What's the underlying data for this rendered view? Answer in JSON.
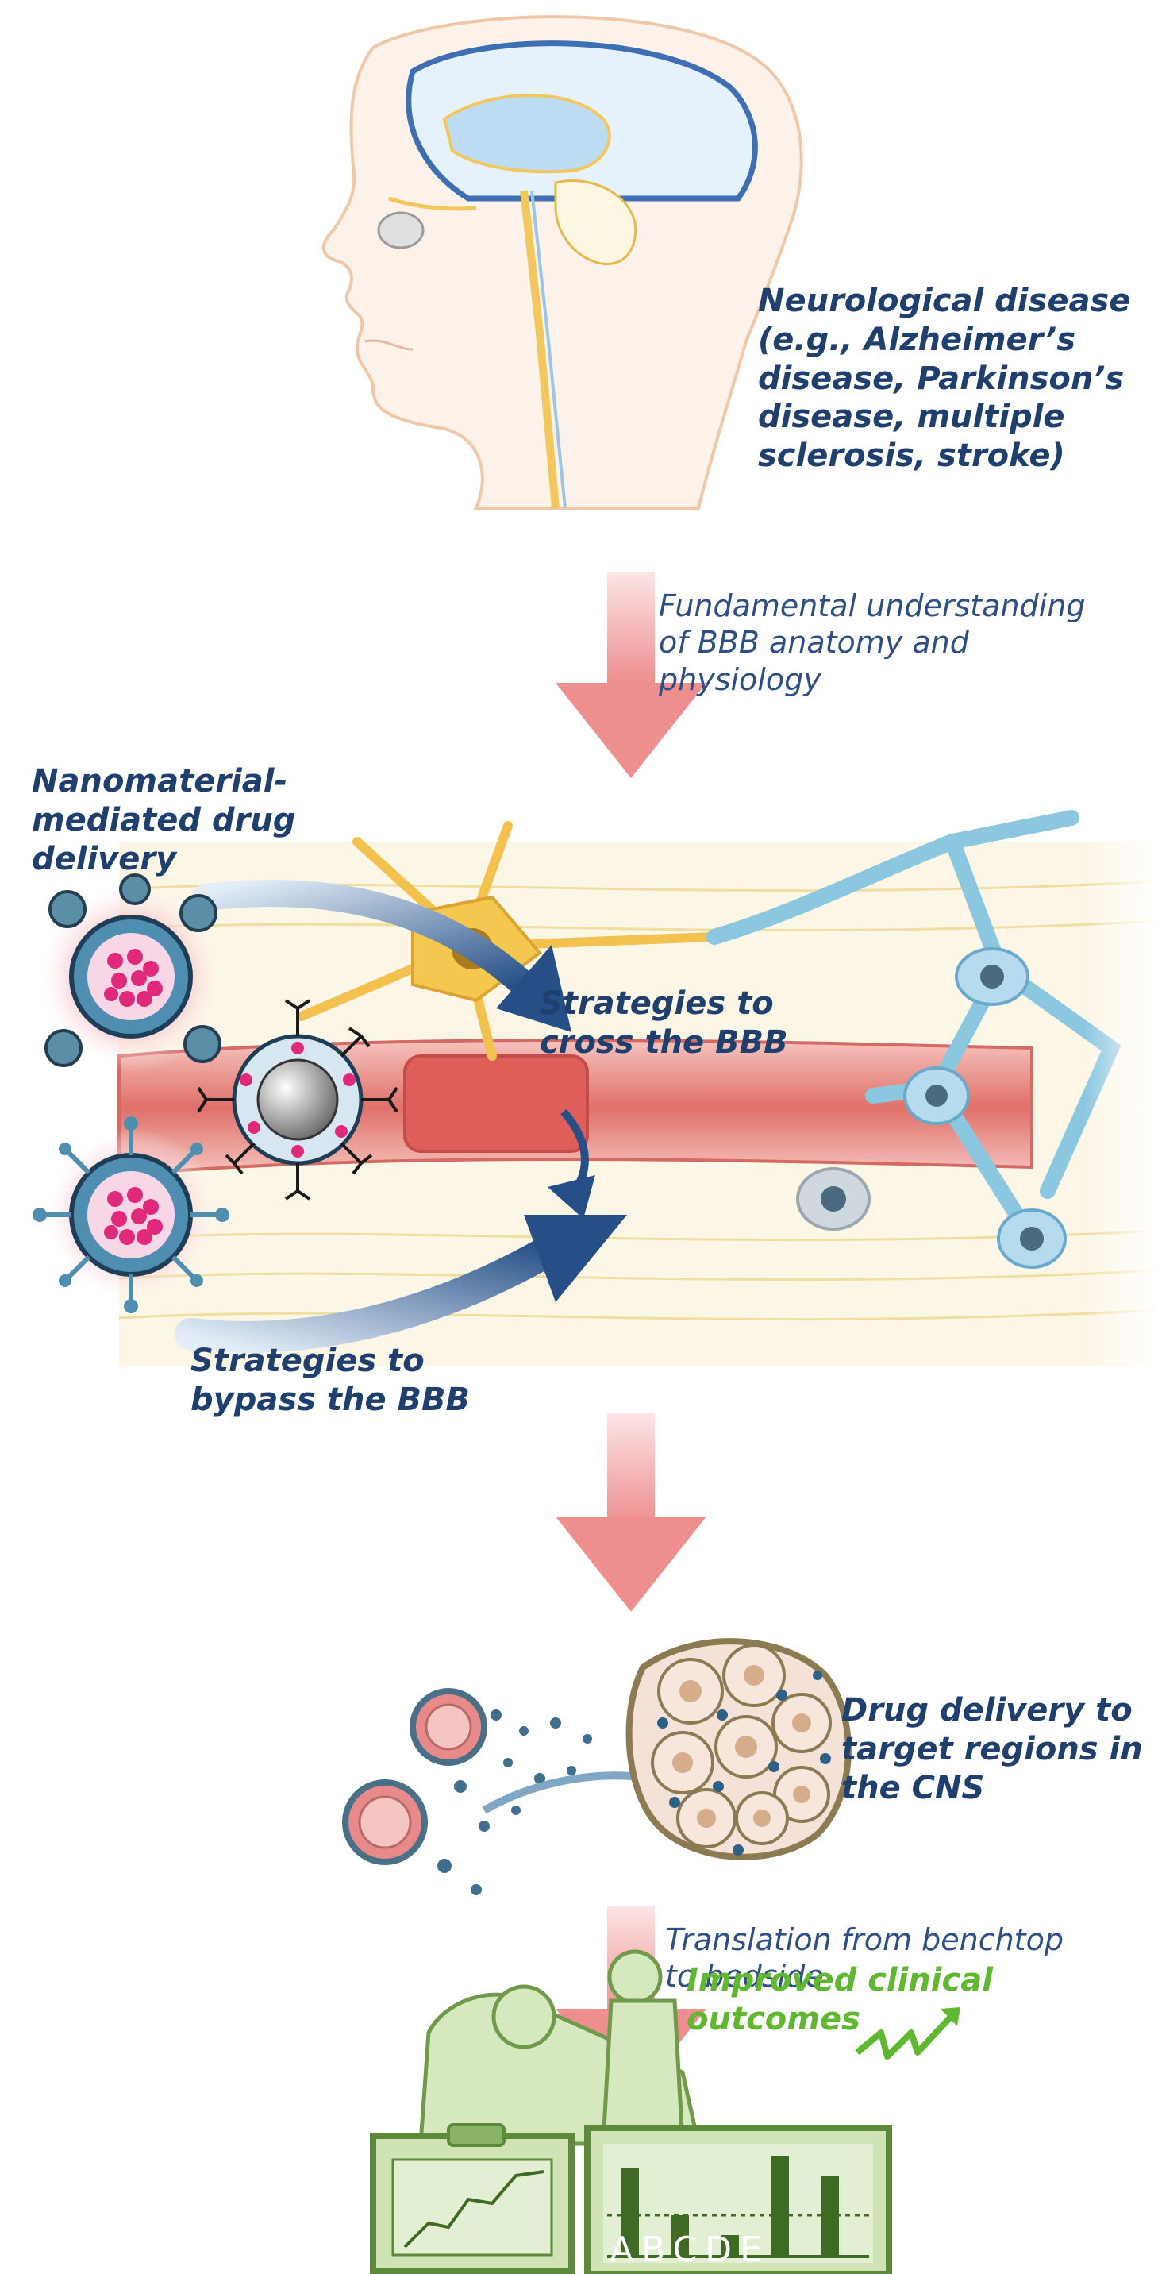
{
  "labels": {
    "neuro_disease": "Neurological disease (e.g., Alzheimer’s disease, Parkinson’s disease, multiple sclerosis, stroke)",
    "fundamental": "Fundamental understanding of BBB anatomy and physiology",
    "nanomaterial": "Nanomaterial-mediated drug delivery",
    "cross": "Strategies to cross the BBB",
    "bypass": "Strategies to bypass the BBB",
    "drug_delivery": "Drug delivery to target regions in the CNS",
    "translation": "Translation from benchtop to bedside",
    "outcomes": "Improved clinical outcomes",
    "chart_axis": "ABCDE"
  },
  "colors": {
    "navy": "#1f3f6e",
    "blue_arrow": "#2f5f95",
    "pink_arrow": "#f2a3a3",
    "magenta": "#e0297a",
    "green": "#5fb82f",
    "clinical_fill": "#cfe3b4",
    "clinical_stroke": "#5d8a3a",
    "neuron": "#f2c14e",
    "astrocyte": "#8cc7e0",
    "vessel": "#e57d78"
  },
  "icons": [
    "head-brain-icon",
    "neuron-icon",
    "astrocyte-icon",
    "blood-vessel-icon",
    "nanoparticle-icon",
    "cell-cluster-icon",
    "patient-bed-icon",
    "clipboard-chart-icon",
    "bar-chart-icon",
    "zigzag-up-icon"
  ]
}
